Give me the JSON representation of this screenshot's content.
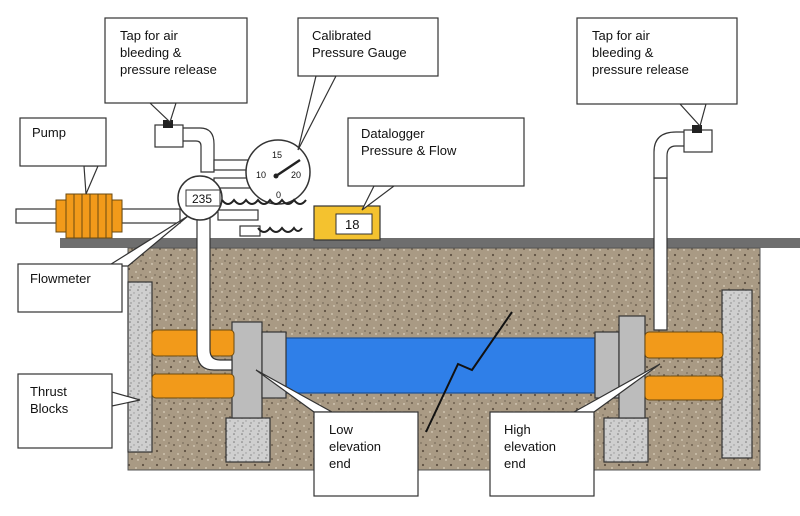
{
  "labels": {
    "tap_left": [
      "Tap for air",
      "bleeding &",
      "pressure release"
    ],
    "gauge": [
      "Calibrated",
      "Pressure Gauge"
    ],
    "tap_right": [
      "Tap for air",
      "bleeding &",
      "pressure release"
    ],
    "pump": "Pump",
    "datalogger": [
      "Datalogger",
      "Pressure & Flow"
    ],
    "flowmeter": "Flowmeter",
    "thrust": [
      "Thrust",
      "Blocks"
    ],
    "low_end": [
      "Low",
      "elevation",
      "end"
    ],
    "high_end": [
      "High",
      "elevation",
      "end"
    ]
  },
  "gauge_ticks": [
    "15",
    "10",
    "20",
    "0"
  ],
  "flowmeter_reading": "235",
  "datalogger_reading": "18",
  "colors": {
    "soil": "#a99a84",
    "ground_surface": "#6e6e6e",
    "main_pipe": "#2f7fe8",
    "coupler": "#f29a1a",
    "datalogger_body": "#f4c22f",
    "thrust_block": "#c9c9c9"
  }
}
